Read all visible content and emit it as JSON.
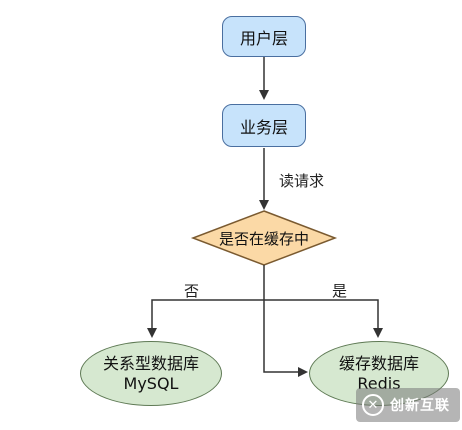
{
  "nodes": {
    "user_layer": "用户层",
    "business_layer": "业务层",
    "decision": "是否在缓存中",
    "relational_db_line1": "关系型数据库",
    "relational_db_line2": "MySQL",
    "cache_db_line1": "缓存数据库",
    "cache_db_line2": "Redis"
  },
  "edge_labels": {
    "read_request": "读请求",
    "no": "否",
    "yes": "是"
  },
  "watermark": {
    "icon": "x-logo-icon",
    "text": "创新互联"
  },
  "colors": {
    "rect_fill": "#c7e3fb",
    "diamond_fill": "#fbd9a6",
    "ellipse_fill": "#d6e8d0",
    "line": "#333333"
  }
}
